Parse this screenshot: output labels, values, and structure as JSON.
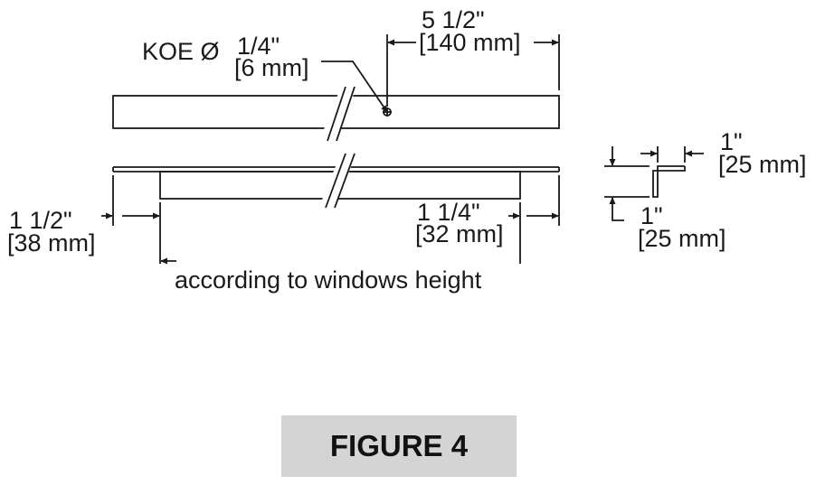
{
  "figure": {
    "caption": "FIGURE 4"
  },
  "dims": {
    "knockout": {
      "prefix": "KOE Ø",
      "imperial": "1/4\"",
      "metric": "[6 mm]"
    },
    "hole_offset": {
      "imperial": "5 1/2\"",
      "metric": "[140 mm]"
    },
    "left_extension": {
      "imperial": "1 1/2\"",
      "metric": "[38 mm]"
    },
    "right_extension": {
      "imperial": "1 1/4\"",
      "metric": "[32 mm]"
    },
    "length": {
      "text": "according to windows height"
    },
    "flange_width": {
      "imperial": "1\"",
      "metric": "[25 mm]"
    },
    "flange_height": {
      "imperial": "1\"",
      "metric": "[25 mm]"
    }
  }
}
